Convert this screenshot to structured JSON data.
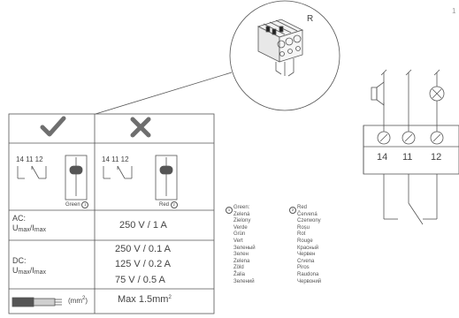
{
  "connector_label": "R",
  "table": {
    "ok_symbol": "check-mark",
    "no_symbol": "cross-mark",
    "pins_left": "14 11 12",
    "pins_right": "14 11 12",
    "wire_green_label": "Green",
    "wire_green_num": "1",
    "wire_red_label": "Red",
    "wire_red_num": "2",
    "ac_label_1": "AC:",
    "ac_label_2": "U",
    "ac_sub_1": "max",
    "ac_slash": "/I",
    "ac_sub_2": "max",
    "ac_value": "250 V / 1 A",
    "dc_label_1": "DC:",
    "dc_label_2": "U",
    "dc_sub_1": "max",
    "dc_slash": "/I",
    "dc_sub_2": "max",
    "dc_values": [
      "250 V / 0.1 A",
      "125 V / 0.2 A",
      "75 V / 0.5 A"
    ],
    "wire_size_unit": "(mm",
    "wire_size_unit_sup": "2",
    "wire_size_unit_end": ")",
    "wire_size_value": "Max 1.5mm",
    "wire_size_value_sup": "2"
  },
  "legend": {
    "green_num": "1",
    "green_translations": [
      "Green:",
      "Zelená",
      "Zielony",
      "Verde",
      "Grün",
      "Vert",
      "Зеленый",
      "Зелен",
      "Zelena",
      "Zöld",
      "Žalia",
      "Зелений"
    ],
    "red_num": "2",
    "red_translations": [
      "Red",
      "Červená",
      "Czerwony",
      "Roșu",
      "Rot",
      "Rouge",
      "Красный",
      "Червен",
      "Crvena",
      "Piros",
      "Raudona",
      "Червоний"
    ]
  },
  "terminals": [
    "14",
    "11",
    "12"
  ],
  "page_mark": "1"
}
